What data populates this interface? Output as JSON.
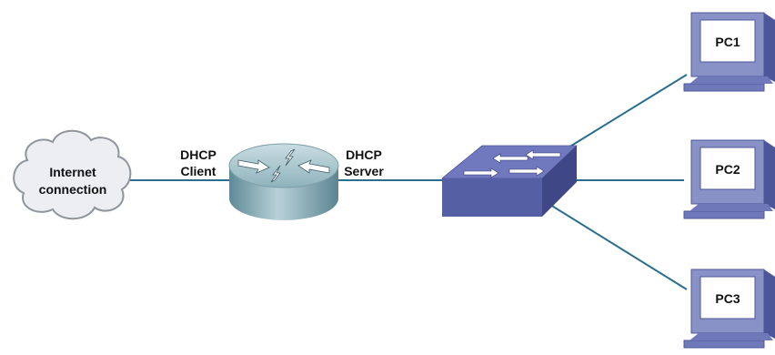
{
  "cloud": {
    "line1": "Internet",
    "line2": "connection"
  },
  "router": {
    "left_label": {
      "line1": "DHCP",
      "line2": "Client"
    },
    "right_label": {
      "line1": "DHCP",
      "line2": "Server"
    }
  },
  "switch": {},
  "pcs": [
    {
      "label": "PC1"
    },
    {
      "label": "PC2"
    },
    {
      "label": "PC3"
    }
  ],
  "colors": {
    "link": "#2a6f8e",
    "cloud_fill": "#eceef2",
    "cloud_stroke": "#8f959d",
    "router_body": "#7fa6b2",
    "router_top": "#a9c6cf",
    "switch_top": "#6a74b8",
    "switch_front": "#555fa3",
    "switch_side": "#3f4787",
    "pc_body": "#8892c6",
    "pc_dark": "#4e569a",
    "screen": "#ffffff"
  }
}
